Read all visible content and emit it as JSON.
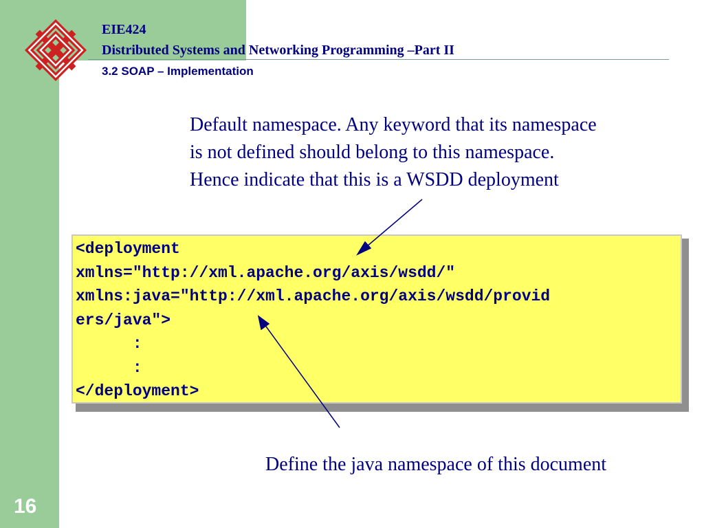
{
  "header": {
    "course": "EIE424",
    "title": "Distributed Systems and Networking Programming –Part II",
    "section": "3.2 SOAP – Implementation"
  },
  "notes": {
    "default_namespace": [
      "Default namespace. Any keyword that its namespace",
      "is not defined should belong to this namespace.",
      "Hence indicate that this is a WSDD deployment"
    ],
    "java_namespace": "Define the java namespace of this document"
  },
  "code": {
    "lines": [
      "<deployment",
      "xmlns=\"http://xml.apache.org/axis/wsdd/\"",
      "xmlns:java=\"http://xml.apache.org/axis/wsdd/provid",
      "ers/java\">",
      "      :",
      "      :",
      "</deployment>"
    ]
  },
  "footer": {
    "page_number": "16"
  },
  "colors": {
    "sidebar_green": "#99cc99",
    "text_navy": "#000080",
    "code_background": "#ffff66",
    "logo_red": "#cc2222"
  }
}
